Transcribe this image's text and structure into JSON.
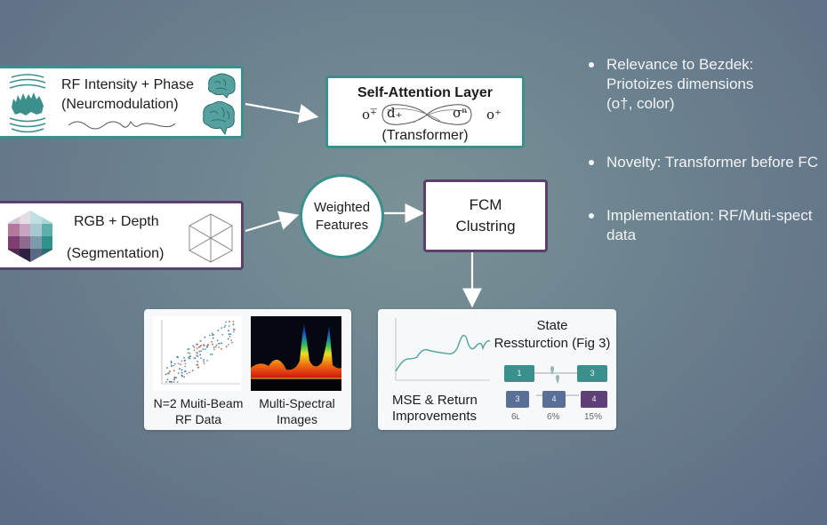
{
  "nodes": {
    "rf_input": {
      "line1": "RF Intensity + Phase",
      "line2": "(Neurcmodulation)"
    },
    "self_attention": {
      "title": "Self-Attention Layer",
      "subtitle": "(Transformer)",
      "symbols": [
        "o⁺̅",
        "d₊",
        "σⁿ",
        "o⁺"
      ]
    },
    "rgb_input": {
      "line1": "RGB + Depth",
      "line2": "(Segmentation)"
    },
    "weighted": {
      "line1": "Weighted",
      "line2": "Features"
    },
    "fcm": {
      "line1": "FCM",
      "line2": "Clustring"
    }
  },
  "bullets": [
    {
      "lines": [
        "Relevance to Bezdek:",
        "Priotoizes dimensions",
        "(o†, color)"
      ]
    },
    {
      "lines": [
        "Novelty: Transformer before FC"
      ]
    },
    {
      "lines": [
        "Implementation: RF/Muti-spect",
        "data"
      ]
    }
  ],
  "data_card": {
    "left_caption": [
      "N=2 Muiti-Beam",
      "RF Data"
    ],
    "right_caption": [
      "Multi-Spectral",
      "Images"
    ]
  },
  "results_card": {
    "chart_caption": [
      "MSE & Return",
      "Improvements"
    ],
    "state_title": [
      "State",
      "Ressturction (Fig 3)"
    ],
    "state_boxes_top": [
      "1",
      "3"
    ],
    "state_boxes_bottom": [
      "3",
      "4",
      "4"
    ],
    "percent_labels": [
      "6ʟ",
      "6%",
      "15%"
    ],
    "colors": {
      "teal": "#3b8f8d",
      "slate": "#5a6f97",
      "purple": "#5e3f78"
    }
  },
  "colors": {
    "teal_border": "#3b8f8d",
    "purple_border": "#5c3f6e"
  }
}
